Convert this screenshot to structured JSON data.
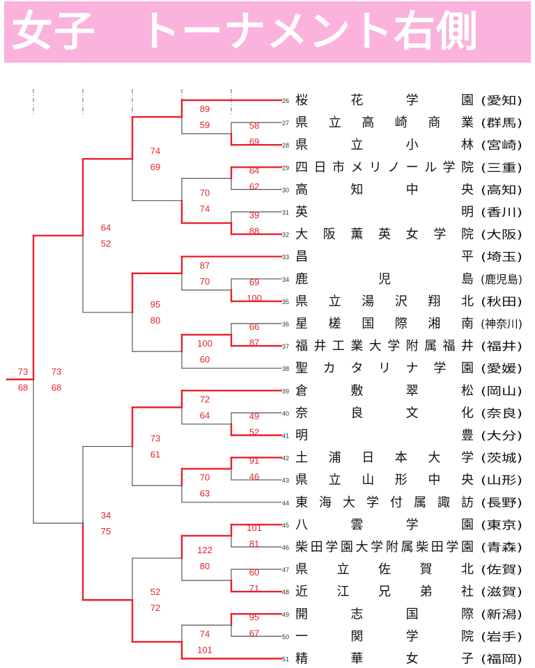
{
  "title": "女子　トーナメント右側",
  "colors": {
    "win": "#e8202a",
    "lose": "#555555",
    "header": "#fbb2dc"
  },
  "teams": [
    {
      "seq": "26",
      "name": "桜花学園",
      "pref": "愛知"
    },
    {
      "seq": "27",
      "name": "県立高崎商業",
      "pref": "群馬"
    },
    {
      "seq": "28",
      "name": "県立小林",
      "pref": "宮崎"
    },
    {
      "seq": "29",
      "name": "四日市メリノール学院",
      "pref": "三重"
    },
    {
      "seq": "30",
      "name": "高知中央",
      "pref": "高知"
    },
    {
      "seq": "31",
      "name": "英明",
      "pref": "香川"
    },
    {
      "seq": "32",
      "name": "大阪薫英女学院",
      "pref": "大阪"
    },
    {
      "seq": "33",
      "name": "昌平",
      "pref": "埼玉"
    },
    {
      "seq": "34",
      "name": "鹿児島",
      "pref": "鹿児島"
    },
    {
      "seq": "35",
      "name": "県立湯沢翔北",
      "pref": "秋田"
    },
    {
      "seq": "36",
      "name": "星槎国際湘南",
      "pref": "神奈川"
    },
    {
      "seq": "37",
      "name": "福井工業大学附属福井",
      "pref": "福井"
    },
    {
      "seq": "38",
      "name": "聖カタリナ学園",
      "pref": "愛媛"
    },
    {
      "seq": "39",
      "name": "倉敷翠松",
      "pref": "岡山"
    },
    {
      "seq": "40",
      "name": "奈良文化",
      "pref": "奈良"
    },
    {
      "seq": "41",
      "name": "明豊",
      "pref": "大分"
    },
    {
      "seq": "42",
      "name": "土浦日本大学",
      "pref": "茨城"
    },
    {
      "seq": "43",
      "name": "県立山形中央",
      "pref": "山形"
    },
    {
      "seq": "44",
      "name": "東海大学付属諏訪",
      "pref": "長野"
    },
    {
      "seq": "45",
      "name": "八雲学園",
      "pref": "東京"
    },
    {
      "seq": "46",
      "name": "柴田学園大学附属柴田学園",
      "pref": "青森"
    },
    {
      "seq": "47",
      "name": "県立佐賀北",
      "pref": "佐賀"
    },
    {
      "seq": "48",
      "name": "近江兄弟社",
      "pref": "滋賀"
    },
    {
      "seq": "49",
      "name": "開志国際",
      "pref": "新潟"
    },
    {
      "seq": "50",
      "name": "一関学院",
      "pref": "岩手"
    },
    {
      "seq": "51",
      "name": "精華女子",
      "pref": "福岡"
    }
  ],
  "matches": [
    {
      "id": "m1",
      "level": 1,
      "a": "t1",
      "b": "t2",
      "sa": "58",
      "sb": "69",
      "winner": "b"
    },
    {
      "id": "m2",
      "level": 1,
      "a": "t3",
      "b": "t4",
      "sa": "64",
      "sb": "62",
      "winner": "a"
    },
    {
      "id": "m3",
      "level": 1,
      "a": "t5",
      "b": "t6",
      "sa": "39",
      "sb": "88",
      "winner": "b"
    },
    {
      "id": "m4",
      "level": 1,
      "a": "t8",
      "b": "t9",
      "sa": "69",
      "sb": "100",
      "winner": "b"
    },
    {
      "id": "m5",
      "level": 1,
      "a": "t10",
      "b": "t11",
      "sa": "66",
      "sb": "87",
      "winner": "b"
    },
    {
      "id": "m6",
      "level": 1,
      "a": "t14",
      "b": "t15",
      "sa": "49",
      "sb": "52",
      "winner": "b"
    },
    {
      "id": "m7",
      "level": 1,
      "a": "t16",
      "b": "t17",
      "sa": "91",
      "sb": "46",
      "winner": "a"
    },
    {
      "id": "m8",
      "level": 1,
      "a": "t19",
      "b": "t20",
      "sa": "101",
      "sb": "81",
      "winner": "a"
    },
    {
      "id": "m9",
      "level": 1,
      "a": "t21",
      "b": "t22",
      "sa": "60",
      "sb": "71",
      "winner": "b"
    },
    {
      "id": "m10",
      "level": 1,
      "a": "t23",
      "b": "t24",
      "sa": "95",
      "sb": "67",
      "winner": "a"
    },
    {
      "id": "m11",
      "level": 2,
      "a": "t0",
      "b": "m1",
      "sa": "89",
      "sb": "59",
      "winner": "a"
    },
    {
      "id": "m12",
      "level": 2,
      "a": "m2",
      "b": "m3",
      "sa": "70",
      "sb": "74",
      "winner": "b"
    },
    {
      "id": "m13",
      "level": 2,
      "a": "t7",
      "b": "m4",
      "sa": "87",
      "sb": "70",
      "winner": "a"
    },
    {
      "id": "m14",
      "level": 2,
      "a": "m5",
      "b": "t12",
      "sa": "100",
      "sb": "60",
      "winner": "a"
    },
    {
      "id": "m15",
      "level": 2,
      "a": "t13",
      "b": "m6",
      "sa": "72",
      "sb": "64",
      "winner": "a"
    },
    {
      "id": "m16",
      "level": 2,
      "a": "m7",
      "b": "t18",
      "sa": "70",
      "sb": "63",
      "winner": "a"
    },
    {
      "id": "m17",
      "level": 2,
      "a": "m8",
      "b": "m9",
      "sa": "122",
      "sb": "80",
      "winner": "a"
    },
    {
      "id": "m18",
      "level": 2,
      "a": "m10",
      "b": "t25",
      "sa": "74",
      "sb": "101",
      "winner": "b"
    },
    {
      "id": "m19",
      "level": 3,
      "a": "m11",
      "b": "m12",
      "sa": "74",
      "sb": "69",
      "winner": "a"
    },
    {
      "id": "m20",
      "level": 3,
      "a": "m13",
      "b": "m14",
      "sa": "95",
      "sb": "80",
      "winner": "a"
    },
    {
      "id": "m21",
      "level": 3,
      "a": "m15",
      "b": "m16",
      "sa": "73",
      "sb": "61",
      "winner": "a"
    },
    {
      "id": "m22",
      "level": 3,
      "a": "m17",
      "b": "m18",
      "sa": "52",
      "sb": "72",
      "winner": "b"
    },
    {
      "id": "m23",
      "level": 4,
      "a": "m19",
      "b": "m20",
      "sa": "64",
      "sb": "52",
      "winner": "a"
    },
    {
      "id": "m24",
      "level": 4,
      "a": "m21",
      "b": "m22",
      "sa": "34",
      "sb": "75",
      "winner": "b"
    },
    {
      "id": "m25",
      "level": 5,
      "a": "m23",
      "b": "m24",
      "sa": "73",
      "sb": "68",
      "winner": "a"
    }
  ]
}
